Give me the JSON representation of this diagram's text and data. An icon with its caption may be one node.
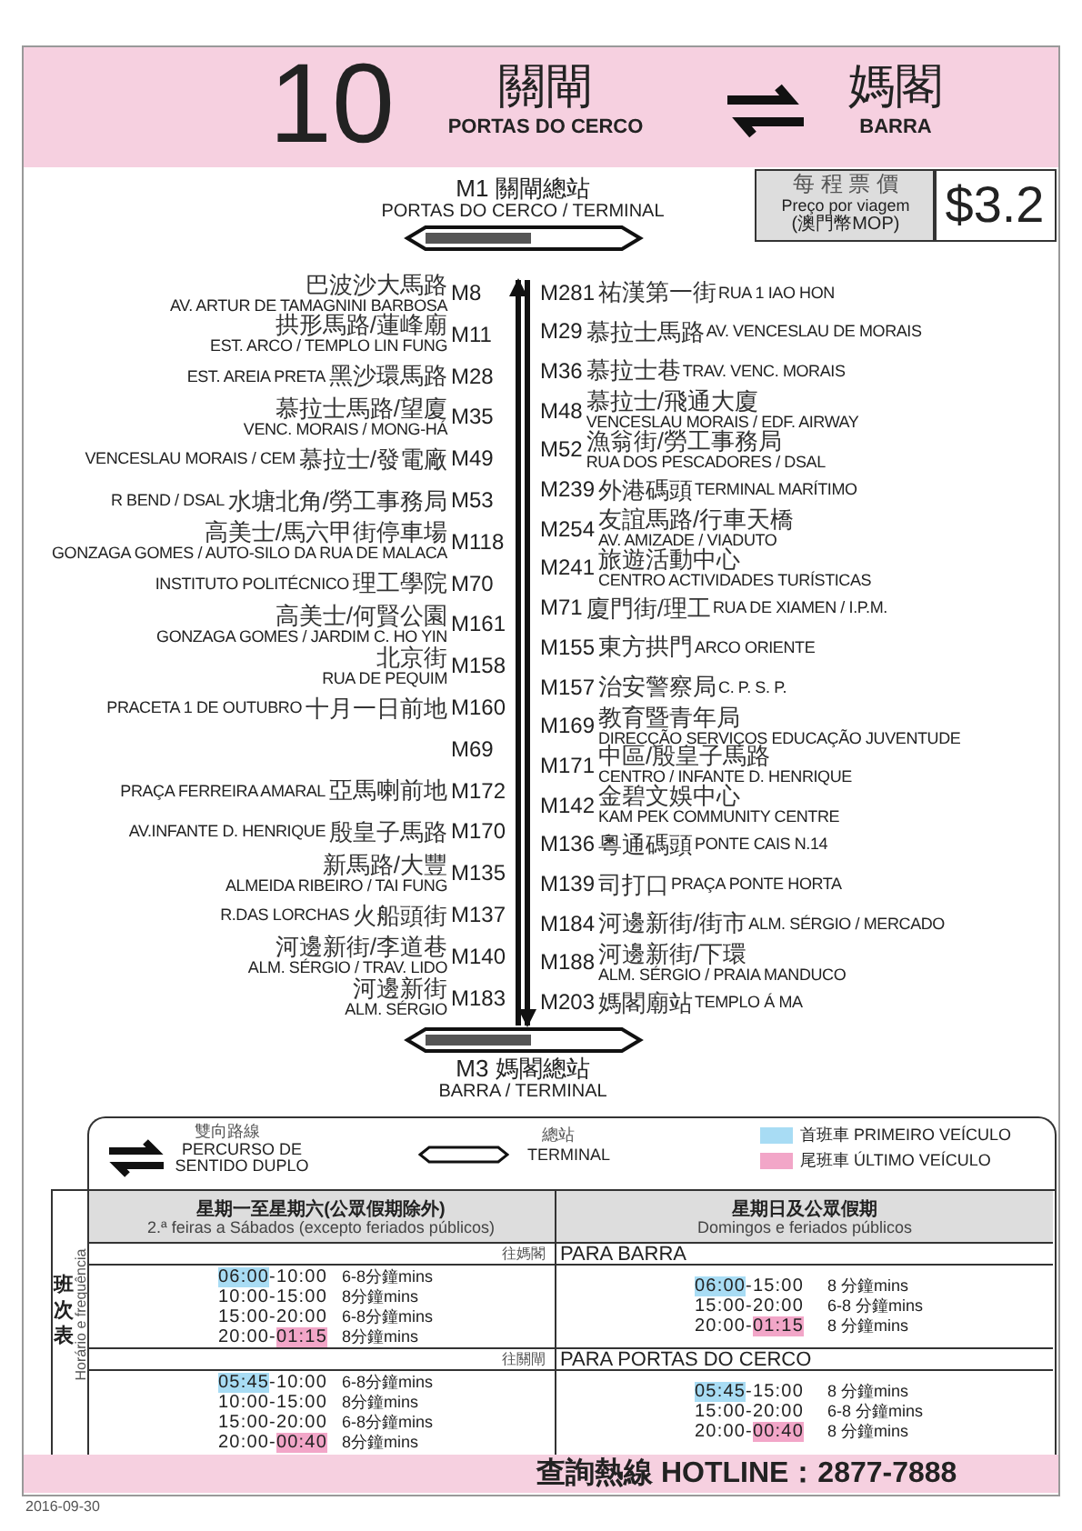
{
  "diagram": {
    "nodes": [
      {
        "text": [
          "M1 關閘總站",
          "PORTAS DO CERCO / TERMINAL"
        ]
      },
      {
        "text": [
          "M3 媽閣總站",
          "BARRA / TERMINAL"
        ]
      }
    ],
    "edges": [
      {
        "from": 0,
        "to": 1,
        "arrow": "to"
      },
      {
        "from": 1,
        "to": 0,
        "arrow": "to"
      }
    ],
    "labels": [
      "10",
      "關閘",
      "PORTAS DO CERCO",
      "媽閣",
      "BARRA",
      "每 程 票 價",
      "Preço por viagem",
      "(澳門幣MOP)",
      "$3.2",
      "巴波沙大馬路",
      "AV. ARTUR DE TAMAGNINI BARBOSA",
      "M8",
      "拱形馬路/蓮峰廟",
      "EST. ARCO / TEMPLO LIN FUNG",
      "M11",
      "EST. AREIA PRETA",
      "黑沙環馬路",
      "M28",
      "慕拉士馬路/望廈",
      "VENC. MORAIS / MONG-HÁ",
      "M35",
      "VENCESLAU MORAIS / CEM",
      "慕拉士/發電廠",
      "M49",
      "R BEND / DSAL",
      "水塘北角/勞工事務局",
      "M53",
      "高美士/馬六甲街停車場",
      "GONZAGA GOMES / AUTO-SILO DA RUA DE MALACA",
      "M118",
      "INSTITUTO POLITÉCNICO",
      "理工學院",
      "M70",
      "高美士/何賢公園",
      "GONZAGA GOMES / JARDIM C. HO YIN",
      "M161",
      "北京街",
      "RUA DE PEQUIM",
      "M158",
      "PRACETA 1 DE OUTUBRO",
      "十月一日前地",
      "M160",
      "M69",
      "PRAÇA FERREIRA AMARAL",
      "亞馬喇前地",
      "M172",
      "AV.INFANTE D. HENRIQUE",
      "殷皇子馬路",
      "M170",
      "新馬路/大豐",
      "ALMEIDA RIBEIRO / TAI FUNG",
      "M135",
      "R.DAS LORCHAS",
      "火船頭街",
      "M137",
      "河邊新街/李道巷",
      "ALM. SÉRGIO / TRAV. LIDO",
      "M140",
      "河邊新街",
      "ALM. SÉRGIO",
      "M183",
      "M281",
      "祐漢第一街",
      "RUA 1 IAO HON",
      "M29",
      "慕拉士馬路",
      "AV. VENCESLAU DE MORAIS",
      "M36",
      "慕拉士巷",
      "TRAV. VENC. MORAIS",
      "M48",
      "慕拉士/飛通大廈",
      "VENCESLAU MORAIS / EDF. AIRWAY",
      "M52",
      "漁翁街/勞工事務局",
      "RUA DOS PESCADORES / DSAL",
      "M239",
      "外港碼頭",
      "TERMINAL MARÍTIMO",
      "M254",
      "友誼馬路/行車天橋",
      "AV. AMIZADE / VIADUTO",
      "M241",
      "旅遊活動中心",
      "CENTRO ACTIVIDADES TURÍSTICAS",
      "M71",
      "廈門街/理工",
      "RUA DE XIAMEN / I.P.M.",
      "M155",
      "東方拱門",
      "ARCO ORIENTE",
      "M157",
      "治安警察局",
      "C. P. S. P.",
      "M169",
      "教育暨青年局",
      "DIRECÇÃO SERVIÇOS EDUCAÇÃO JUVENTUDE",
      "M171",
      "中區/殷皇子馬路",
      "CENTRO / INFANTE D. HENRIQUE",
      "M142",
      "金碧文娛中心",
      "KAM PEK COMMUNITY CENTRE",
      "M136",
      "粵通碼頭",
      "PONTE CAIS N.14",
      "M139",
      "司打口",
      "PRAÇA PONTE HORTA",
      "M184",
      "河邊新街/街市",
      "ALM. SÉRGIO / MERCADO",
      "M188",
      "河邊新街/下環",
      "ALM. SÉRGIO / PRAIA MANDUCO",
      "M203",
      "媽閣廟站",
      "TEMPLO Á MA",
      "雙向路線",
      "PERCURSO DE SENTIDO DUPLO",
      "總站",
      "TERMINAL",
      "班次表",
      "Horário e frequência",
      "星期一至星期六(公眾假期除外)",
      "2.ª feiras a Sábados (excepto feriados públicos)",
      "星期日及公眾假期",
      "Domingos e feriados públicos",
      "往媽閣",
      "PARA BARRA",
      "06:00-10:00",
      "6-8分鐘mins",
      "10:00-15:00",
      "8分鐘mins",
      "15:00-20:00",
      "6-8分鐘mins",
      "20:00-01:15",
      "8分鐘mins",
      "06:00-15:00",
      "8 分鐘mins",
      "15:00-20:00",
      "6-8 分鐘mins",
      "20:00-01:15",
      "8 分鐘mins",
      "往關閘",
      "PARA PORTAS DO CERCO",
      "05:45-10:00",
      "6-8分鐘mins",
      "10:00-15:00",
      "8分鐘mins",
      "15:00-20:00",
      "6-8分鐘mins",
      "20:00-00:40",
      "8分鐘mins",
      "05:45-15:00",
      "8 分鐘mins",
      "15:00-20:00",
      "6-8 分鐘mins",
      "20:00-00:40",
      "8 分鐘mins",
      "查詢熱線 HOTLINE：2877-7888",
      "2016-09-30"
    ],
    "legend": [
      {
        "text": "首班車 PRIMEIRO VEÍCULO",
        "color": "#a8dcf4"
      },
      {
        "text": "尾班車 ÚLTIMO VEÍCULO",
        "color": "#f2a6c8"
      }
    ]
  }
}
